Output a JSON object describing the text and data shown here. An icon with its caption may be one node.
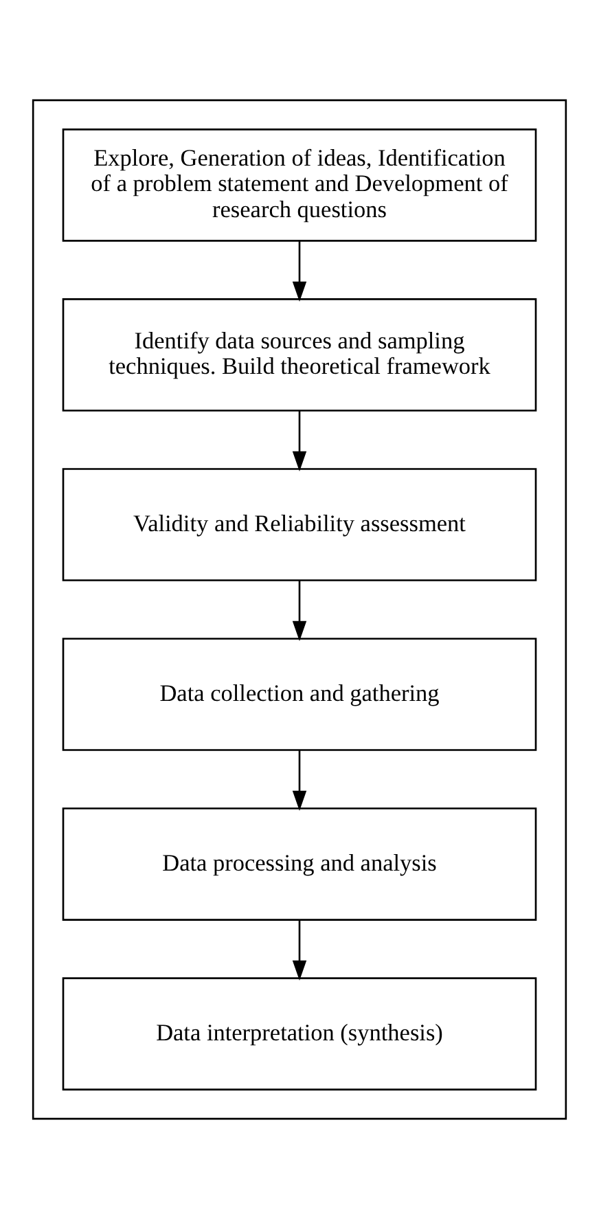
{
  "diagram": {
    "nodes": [
      {
        "text": [],
        "shape": "box"
      },
      {
        "text": [
          "Explore, Generation of ideas, Identification of a problem statement and Development of research questions"
        ],
        "in": 0
      },
      {
        "text": [
          "Identify data sources and sampling techniques. Build theoretical framework"
        ],
        "in": 0
      },
      {
        "text": [
          "Validity and Reliability assessment"
        ],
        "in": 0
      },
      {
        "text": [
          "Data collection and gathering"
        ],
        "in": 0
      },
      {
        "text": [
          "Data processing and analysis"
        ],
        "in": 0
      },
      {
        "text": [
          "Data interpretation (synthesis)"
        ],
        "in": 0
      }
    ],
    "edges": [
      {
        "from": 1,
        "to": 2,
        "arrow": "to"
      },
      {
        "from": 2,
        "to": 3,
        "arrow": "to"
      },
      {
        "from": 3,
        "to": 4,
        "arrow": "to"
      },
      {
        "from": 4,
        "to": 5,
        "arrow": "to"
      },
      {
        "from": 5,
        "to": 6,
        "arrow": "to"
      }
    ]
  }
}
